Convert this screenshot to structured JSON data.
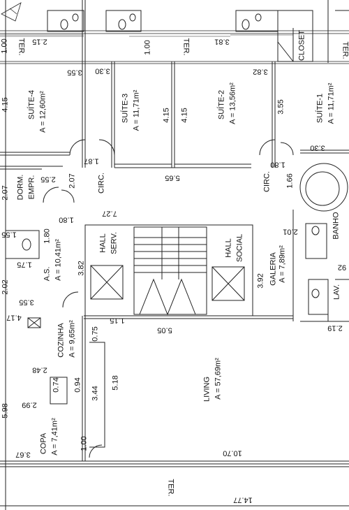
{
  "rooms": {
    "suite4": {
      "name": "SUÍTE-4",
      "area": "A = 12,60m²"
    },
    "suite3": {
      "name": "SUÍTE-3",
      "area": "A = 11,71m²"
    },
    "suite2": {
      "name": "SUÍTE-2",
      "area": "A = 13,56m²"
    },
    "suite1": {
      "name": "SUÍTE-1",
      "area": "A = 11,71m²"
    },
    "dorm": {
      "name1": "DORM.",
      "name2": "EMPR."
    },
    "as": {
      "name": "A.S.",
      "area": "A = 10,41m²"
    },
    "cozinha": {
      "name": "COZINHA",
      "area": "A = 9,65m²"
    },
    "copa": {
      "name": "COPA",
      "area": "A = 7,41m²"
    },
    "living": {
      "name": "LIVING",
      "area": "A = 57,69m²"
    },
    "galeria": {
      "name": "GALERIA",
      "area": "A = 7,89m²"
    },
    "hall_serv": {
      "name1": "HALL",
      "name2": "SERV."
    },
    "hall_social": {
      "name1": "HALL",
      "name2": "SOCIAL"
    },
    "circ_left": "CIRC.",
    "circ_right": "CIRC.",
    "closet": "CLOSET",
    "banho": "BANHO",
    "lav": "LAV.",
    "ter_top1": "TER.",
    "ter_top2": "TER.",
    "ter_top3": "TER.",
    "ter_bottom": "TER."
  },
  "dims": {
    "d_1_00_a": "1.00",
    "d_2_15": "2.15",
    "d_3_55_a": "3.55",
    "d_3_30_a": "3.30",
    "d_1_00_b": "1.00",
    "d_3_81": "3.81",
    "d_3_82": "3.82",
    "d_3_55_b": "3.55",
    "d_4_15_a": "4.15",
    "d_4_15_b": "4.15",
    "d_4_15_c": "4.15",
    "d_1_87": "1.87",
    "d_5_65": "5.65",
    "d_1_80_a": "1.80",
    "d_1_66": "1.66",
    "d_3_30_b": "3.30",
    "d_2_07_a": "2.07",
    "d_2_55": "2.55",
    "d_2_07_b": "2.07",
    "d_1_80_b": "1.80",
    "d_7_27": "7.27",
    "d_2_01": "2.01",
    "d_1_55": "1.55",
    "d_1_80_c": "1.80",
    "d_1_75": "1.75",
    "d_2_02": "2.02",
    "d_3_82_b": "3.82",
    "d_3_92": "3.92",
    "d_3_55_c": "3.55",
    "d_4_17": "4.17",
    "d_1_15": "1.15",
    "d_5_05": "5.05",
    "d_2_19": "2.19",
    "d_0_75": "0.75",
    "d_2_48": "2.48",
    "d_0_74": "0.74",
    "d_0_94": "0.94",
    "d_3_44": "3.44",
    "d_5_18": "5.18",
    "d_5_98": "5.98",
    "d_2_99": "2.99",
    "d_1_00_c": "1.00",
    "d_3_67": "3.67",
    "d_10_70": "10.70",
    "d_14_77": "14.77",
    "d_92": "92"
  }
}
